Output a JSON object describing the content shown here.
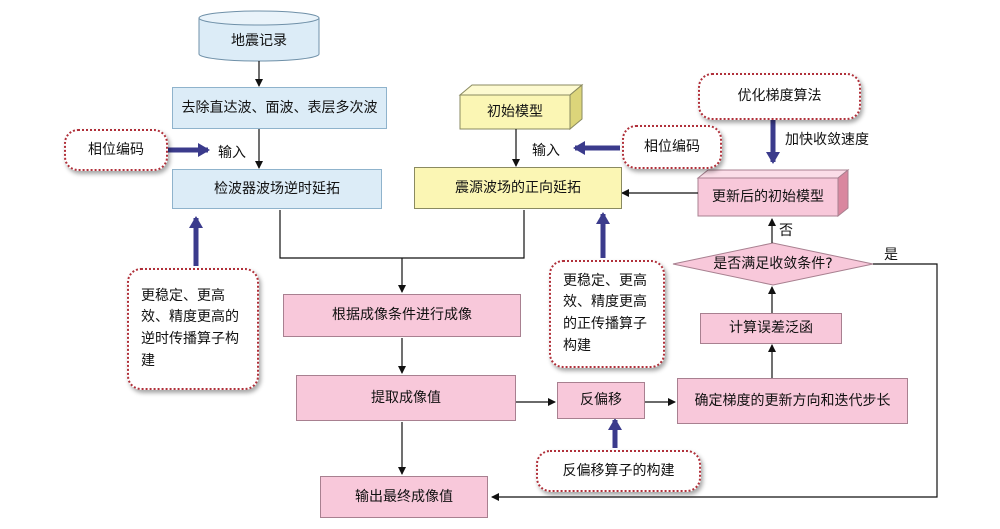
{
  "nodes": {
    "seismic_record": "地震记录",
    "remove_waves": "去除直达波、面波、表层多次波",
    "receiver_reverse": "检波器波场逆时延拓",
    "initial_model": "初始模型",
    "source_forward": "震源波场的正向延拓",
    "optimize_gradient": "优化梯度算法",
    "updated_model": "更新后的初始模型",
    "converge_check": "是否满足收敛条件?",
    "imaging": "根据成像条件进行成像",
    "extract_value": "提取成像值",
    "output_final": "输出最终成像值",
    "demigration": "反偏移",
    "demigration_operator": "反偏移算子的构建",
    "gradient_update": "确定梯度的更新方向和迭代步长",
    "error_functional": "计算误差泛函",
    "phase_encoding_left": "相位编码",
    "phase_encoding_right": "相位编码",
    "note_reverse": "更稳定、更高效、精度更高的逆时传播算子构建",
    "note_forward": "更稳定、更高效、精度更高的正传播算子构建"
  },
  "labels": {
    "input_left": "输入",
    "input_right": "输入",
    "accelerate": "加快收敛速度",
    "no": "否",
    "yes": "是"
  },
  "colors": {
    "arrow_thick": "#3b3b8c",
    "note_border": "#b0303a",
    "blue_fill": "#dcecf7",
    "pink_fill": "#f8c8da",
    "yellow_fill": "#fbf6b4"
  }
}
